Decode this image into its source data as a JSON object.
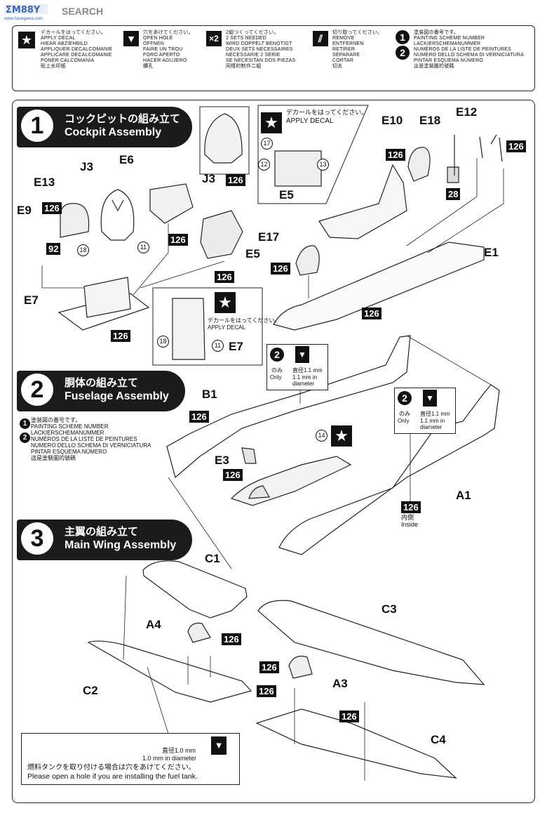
{
  "watermark": {
    "text": "SEARCH",
    "sub": "www.hasegawa.com"
  },
  "legend": {
    "decal": {
      "lines": [
        "デカールをはってください。",
        "APPLY DECAL",
        "HIEAR ABZIEHBILD",
        "APPLIQUER DECALCOMANIE",
        "APPLICARE DECALCOMANIE",
        "PONER CALCOMANIA",
        "貼上水印紙"
      ]
    },
    "hole": {
      "lines": [
        "穴をあけてください。",
        "OPEN HOLE",
        "ÖFFNEN",
        "FAIRE UN TROU",
        "FORO APERTO",
        "HACER AGUJERO",
        "鑽孔"
      ]
    },
    "x2": {
      "icon": "×2",
      "lines": [
        "2組つくってください。",
        "2 SETS NEEDED",
        "WIRD DOPPELT BENÖTIGT",
        "DEUX SETS NECESSAIRES",
        "NECESSARIE 2 SERIE",
        "SE NECESITAN DOS PIEZAS",
        "同樣的制作二組"
      ]
    },
    "cut": {
      "lines": [
        "切り取ってください。",
        "REMOVE",
        "ENTFERNEN",
        "RETIRER",
        "SEPARARE",
        "CORTAR",
        "切去"
      ]
    },
    "scheme": {
      "lines": [
        "塗装図の番号です。",
        "PAINTING SCHEME NUMBER",
        "LACKIERSCHEMANUMMER",
        "NUMÉROS DE LA LISTE DE PEINTURES",
        "NUMERO DELLO SCHEMA DI VERNICIATURA",
        "PINTAR ESQUEMA NÚMERO",
        "這是塗裝圖的號碼"
      ]
    }
  },
  "step1": {
    "num": "1",
    "jp": "コックピットの組み立て",
    "en": "Cockpit Assembly",
    "parts": {
      "j3": "J3",
      "e6": "E6",
      "e13": "E13",
      "e9": "E9",
      "e7": "E7",
      "e5": "E5",
      "e5b": "E5",
      "e17": "E17",
      "e10": "E10",
      "e18": "E18",
      "e12": "E12",
      "e1": "E1",
      "e7b": "E7"
    },
    "colors": {
      "c126": "126",
      "c92": "92",
      "c28": "28"
    },
    "callouts": {
      "n18": "18",
      "n11": "11",
      "n17": "17",
      "n12": "12",
      "n13": "13",
      "n18b": "18",
      "n11b": "11"
    },
    "decal_jp": "デカールをはってください。",
    "decal_en": "APPLY DECAL"
  },
  "step2": {
    "num": "2",
    "jp": "胴体の組み立て",
    "en": "Fuselage Assembly",
    "scheme_lines": [
      "塗装図の番号です。",
      "PAINTING SCHEME NUMBER",
      "LACKIERSCHEMANUMMER",
      "NUMÉROS DE LA LISTE DE PEINTURES",
      "NUMERO DELLO SCHEMA DI VERNICIATURA",
      "PINTAR ESQUEMA NÚMERO",
      "這是塗裝圖的號碼"
    ],
    "only_jp": "のみ",
    "only_en": "Only",
    "hole_jp": "直径1.1 mm",
    "hole_en1": "1.1 mm in",
    "hole_en2": "diameter",
    "parts": {
      "b1": "B1",
      "e3": "E3",
      "a1": "A1"
    },
    "callout14": "14",
    "inside_jp": "内側",
    "inside_en": "Inside",
    "c126": "126"
  },
  "step3": {
    "num": "3",
    "jp": "主翼の組み立て",
    "en": "Main Wing Assembly",
    "parts": {
      "c1": "C1",
      "c2": "C2",
      "c3": "C3",
      "c4": "C4",
      "a4": "A4",
      "a3": "A3"
    },
    "c126": "126",
    "hole_jp": "直径1.0 mm",
    "hole_en": "1.0 mm in diameter",
    "fuel_jp": "燃料タンクを取り付ける場合は穴をあけてください。",
    "fuel_en": "Please open a hole if you are installing the fuel tank."
  }
}
